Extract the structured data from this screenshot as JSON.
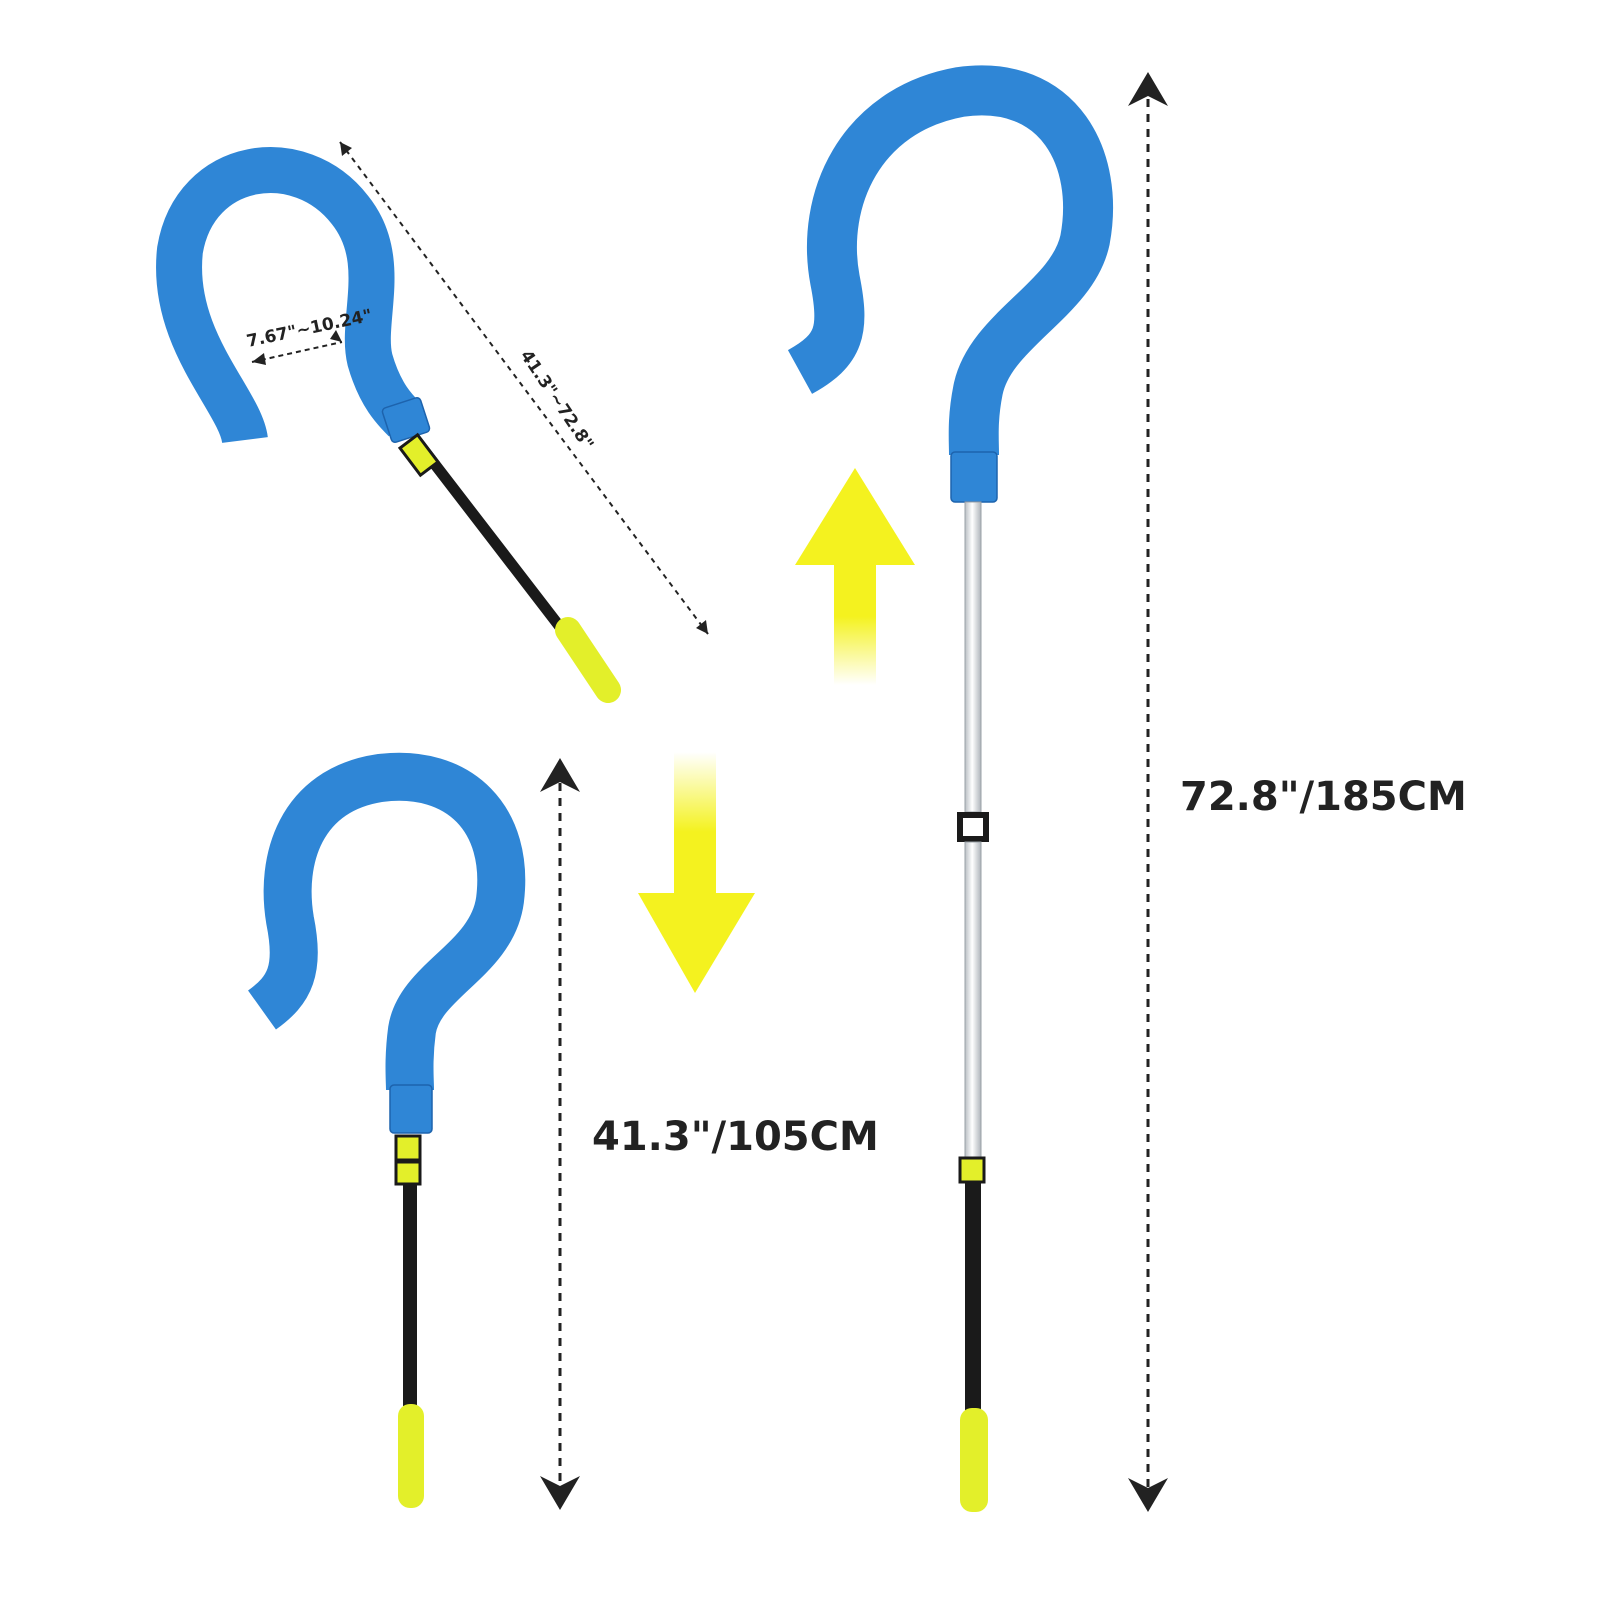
{
  "colors": {
    "foam": "#2f86d6",
    "foam_shade": "#1d63ad",
    "grip": "#e3ef2a",
    "arrow": "#f4f21f",
    "pole_black": "#1a1a1a",
    "pole_silver": "#d9dde0",
    "dim_line": "#222222"
  },
  "labels": {
    "hook_width": "7.67\"~10.24\"",
    "adjust_range": "41.3\"~72.8\"",
    "short_length": "41.3\"/105CM",
    "long_length": "72.8\"/185CM"
  },
  "icons": {
    "expand": "arrow-up-icon",
    "retract": "arrow-down-icon"
  }
}
